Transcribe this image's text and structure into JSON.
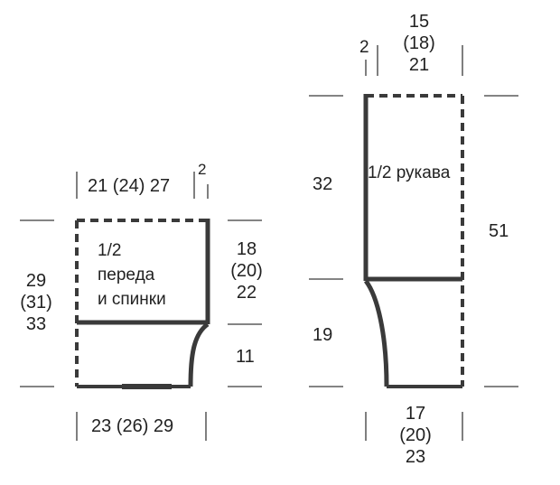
{
  "colors": {
    "ink": "#3a3a3a",
    "text": "#222222",
    "background": "#ffffff"
  },
  "body_piece": {
    "name_lines": [
      "1/2",
      "переда",
      "и спинки"
    ],
    "top_width": "21 (24) 27",
    "top_edge": "2",
    "bottom_width": "23 (26) 29",
    "total_height_lines": [
      "29",
      "(31)",
      "33"
    ],
    "upper_height_lines": [
      "18",
      "(20)",
      "22"
    ],
    "lower_height": "11"
  },
  "sleeve": {
    "name": "1/2 рукава",
    "top_edge": "2",
    "top_width_lines": [
      "15",
      "(18)",
      "21"
    ],
    "upper_height": "32",
    "lower_height": "19",
    "total_height": "51",
    "bottom_width_lines": [
      "17",
      "(20)",
      "23"
    ]
  }
}
